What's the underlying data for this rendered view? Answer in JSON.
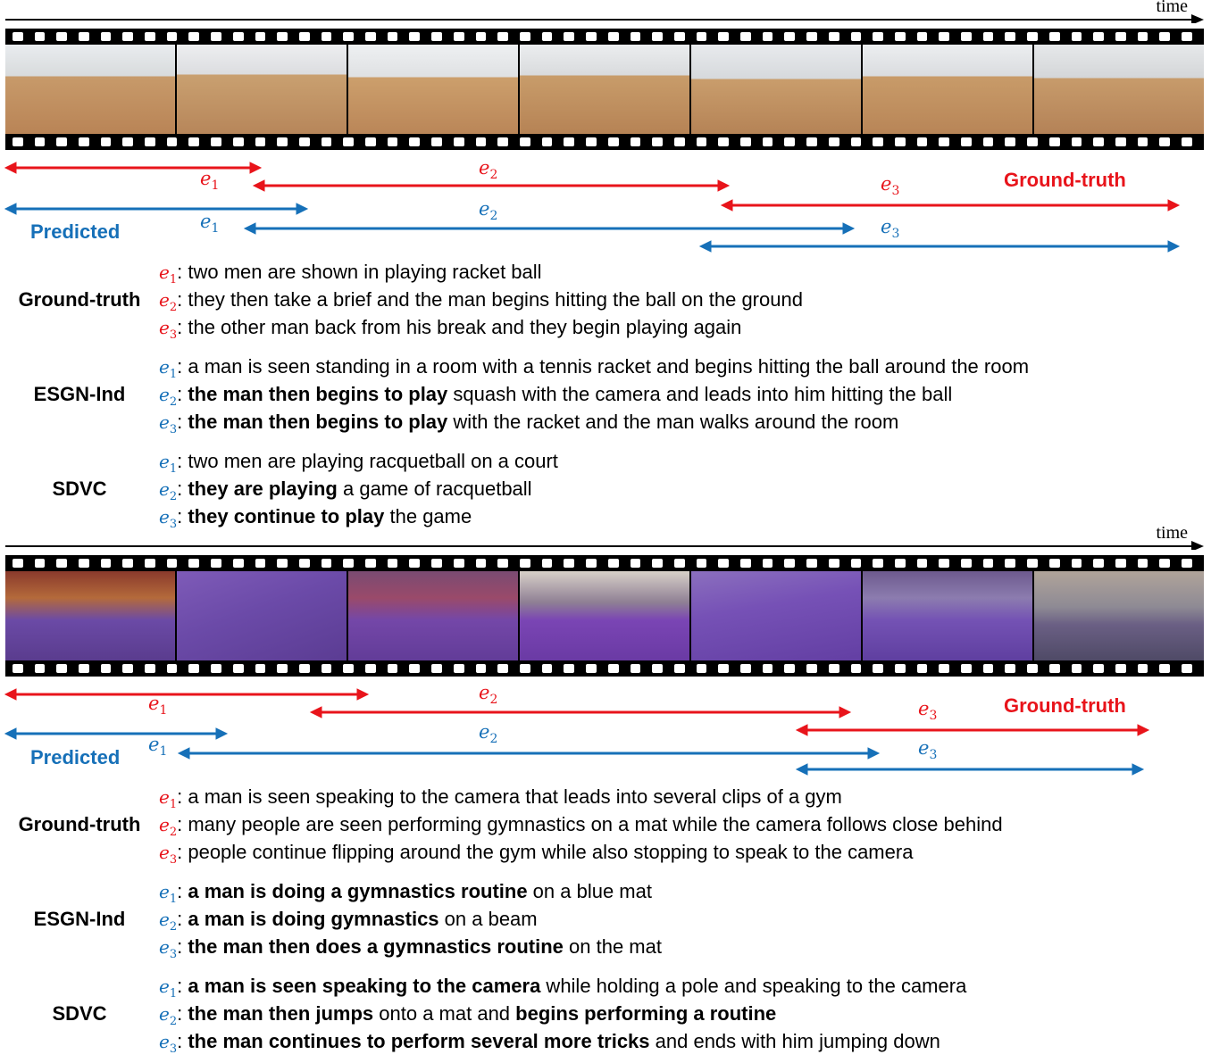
{
  "colors": {
    "ground_truth": "#e8141b",
    "predicted": "#1670b8"
  },
  "time_label": "time",
  "examples": [
    {
      "frame_style": "squash",
      "arrow_labels": {
        "gt": [
          "e",
          "e",
          "e"
        ],
        "pred": [
          "e",
          "e",
          "e"
        ]
      },
      "ground_truth_tag": "Ground-truth",
      "predicted_tag": "Predicted",
      "blocks": [
        {
          "method": "Ground-truth",
          "color": "red",
          "lines": [
            {
              "event": "e",
              "sub": "1",
              "parts": [
                {
                  "bold": false,
                  "text": ": two men are shown in playing racket ball"
                }
              ]
            },
            {
              "event": "e",
              "sub": "2",
              "parts": [
                {
                  "bold": false,
                  "text": ": they then take a brief and the man begins hitting the ball on the ground"
                }
              ]
            },
            {
              "event": "e",
              "sub": "3",
              "parts": [
                {
                  "bold": false,
                  "text": ": the other man back from his break and they begin playing again"
                }
              ]
            }
          ]
        },
        {
          "method": "ESGN-Ind",
          "color": "blue",
          "lines": [
            {
              "event": "e",
              "sub": "1",
              "parts": [
                {
                  "bold": false,
                  "text": ": a man is seen standing in a room with a tennis racket and begins hitting the ball around the room"
                }
              ]
            },
            {
              "event": "e",
              "sub": "2",
              "parts": [
                {
                  "bold": false,
                  "text": ": "
                },
                {
                  "bold": true,
                  "text": "the man then begins to play"
                },
                {
                  "bold": false,
                  "text": " squash with the camera and leads into him hitting the ball"
                }
              ]
            },
            {
              "event": "e",
              "sub": "3",
              "parts": [
                {
                  "bold": false,
                  "text": ": "
                },
                {
                  "bold": true,
                  "text": "the man then begins to play"
                },
                {
                  "bold": false,
                  "text": " with the racket and the man walks around the room"
                }
              ]
            }
          ]
        },
        {
          "method": "SDVC",
          "color": "blue",
          "lines": [
            {
              "event": "e",
              "sub": "1",
              "parts": [
                {
                  "bold": false,
                  "text": ": two men are playing racquetball on a court"
                }
              ]
            },
            {
              "event": "e",
              "sub": "2",
              "parts": [
                {
                  "bold": false,
                  "text": ": "
                },
                {
                  "bold": true,
                  "text": "they are playing"
                },
                {
                  "bold": false,
                  "text": " a game of racquetball"
                }
              ]
            },
            {
              "event": "e",
              "sub": "3",
              "parts": [
                {
                  "bold": false,
                  "text": ": "
                },
                {
                  "bold": true,
                  "text": "they continue to play"
                },
                {
                  "bold": false,
                  "text": " the game"
                }
              ]
            }
          ]
        }
      ]
    },
    {
      "frame_style": "gym",
      "arrow_labels": {
        "gt": [
          "e",
          "e",
          "e"
        ],
        "pred": [
          "e",
          "e",
          "e"
        ]
      },
      "ground_truth_tag": "Ground-truth",
      "predicted_tag": "Predicted",
      "blocks": [
        {
          "method": "Ground-truth",
          "color": "red",
          "lines": [
            {
              "event": "e",
              "sub": "1",
              "parts": [
                {
                  "bold": false,
                  "text": ": a man is seen speaking to the camera that leads into several clips of a gym"
                }
              ]
            },
            {
              "event": "e",
              "sub": "2",
              "parts": [
                {
                  "bold": false,
                  "text": ": many people are seen performing gymnastics on a mat while the camera follows close behind"
                }
              ]
            },
            {
              "event": "e",
              "sub": "3",
              "parts": [
                {
                  "bold": false,
                  "text": ": people continue flipping around the gym while also stopping to speak to the camera"
                }
              ]
            }
          ]
        },
        {
          "method": "ESGN-Ind",
          "color": "blue",
          "lines": [
            {
              "event": "e",
              "sub": "1",
              "parts": [
                {
                  "bold": false,
                  "text": ": "
                },
                {
                  "bold": true,
                  "text": "a man is doing a gymnastics routine"
                },
                {
                  "bold": false,
                  "text": " on a blue mat"
                }
              ]
            },
            {
              "event": "e",
              "sub": "2",
              "parts": [
                {
                  "bold": false,
                  "text": ": "
                },
                {
                  "bold": true,
                  "text": "a man is doing gymnastics"
                },
                {
                  "bold": false,
                  "text": " on a beam"
                }
              ]
            },
            {
              "event": "e",
              "sub": "3",
              "parts": [
                {
                  "bold": false,
                  "text": ": "
                },
                {
                  "bold": true,
                  "text": "the man then does a gymnastics routine"
                },
                {
                  "bold": false,
                  "text": " on the mat"
                }
              ]
            }
          ]
        },
        {
          "method": "SDVC",
          "color": "blue",
          "lines": [
            {
              "event": "e",
              "sub": "1",
              "parts": [
                {
                  "bold": false,
                  "text": ": "
                },
                {
                  "bold": true,
                  "text": "a man is seen speaking to the camera"
                },
                {
                  "bold": false,
                  "text": " while holding a pole and speaking to the camera"
                }
              ]
            },
            {
              "event": "e",
              "sub": "2",
              "parts": [
                {
                  "bold": false,
                  "text": ": "
                },
                {
                  "bold": true,
                  "text": "the man then jumps"
                },
                {
                  "bold": false,
                  "text": " onto a mat and "
                },
                {
                  "bold": true,
                  "text": "begins performing a routine"
                }
              ]
            },
            {
              "event": "e",
              "sub": "3",
              "parts": [
                {
                  "bold": false,
                  "text": ": "
                },
                {
                  "bold": true,
                  "text": "the man continues to perform several more tricks"
                },
                {
                  "bold": false,
                  "text": " and ends with him jumping down"
                }
              ]
            }
          ]
        }
      ]
    }
  ]
}
